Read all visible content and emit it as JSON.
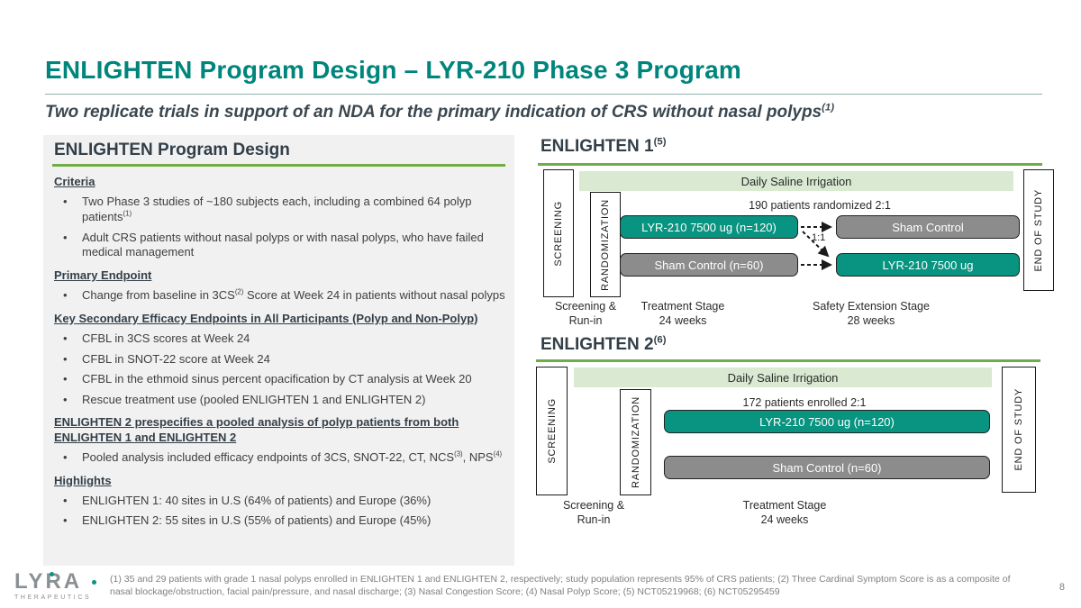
{
  "slide": {
    "title": "ENLIGHTEN Program Design – LYR-210 Phase 3 Program",
    "subtitle": "Two replicate trials in support of an NDA for the primary indication of CRS without nasal polyps^(1)"
  },
  "left_panel": {
    "title": "ENLIGHTEN Program Design",
    "sections": [
      {
        "heading": "Criteria",
        "bullets": [
          "Two Phase 3 studies of ~180 subjects each, including a combined 64 polyp patients^(1)",
          "Adult CRS patients without nasal polyps or with nasal polyps, who have failed medical management"
        ]
      },
      {
        "heading": "Primary Endpoint",
        "bullets": [
          "Change from baseline in 3CS^(2) Score at Week 24 in patients without nasal polyps"
        ]
      },
      {
        "heading": "Key Secondary Efficacy Endpoints in All Participants (Polyp and Non-Polyp)",
        "bullets": [
          "CFBL in 3CS scores at Week 24",
          "CFBL in SNOT-22 score at Week 24",
          "CFBL in the ethmoid sinus percent opacification by CT analysis at Week 20",
          "Rescue treatment use (pooled ENLIGHTEN 1 and ENLIGHTEN 2)"
        ]
      },
      {
        "heading": "ENLIGHTEN 2 prespecifies a pooled analysis of polyp patients from both ENLIGHTEN 1 and ENLIGHTEN 2",
        "bullets": [
          "Pooled analysis included efficacy endpoints of 3CS, SNOT-22, CT, NCS^(3), NPS^(4)"
        ]
      },
      {
        "heading": "Highlights",
        "bullets": [
          "ENLIGHTEN 1: 40 sites in U.S (64% of patients) and Europe (36%)",
          "ENLIGHTEN 2: 55 sites in U.S (55% of patients) and Europe (45%)"
        ]
      }
    ]
  },
  "enlighten1": {
    "title": "ENLIGHTEN 1^(5)",
    "screening": "SCREENING",
    "randomization": "RANDOMIZATION",
    "end_of_study": "END OF STUDY",
    "saline_bar": "Daily Saline Irrigation",
    "randomized": "190 patients randomized 2:1",
    "arm_treatment": "LYR-210 7500 ug (n=120)",
    "arm_sham_extension": "Sham Control",
    "arm_sham": "Sham Control (n=60)",
    "arm_treatment_extension": "LYR-210 7500 ug",
    "crossover_ratio": "1:1",
    "stage1_line1": "Screening &",
    "stage1_line2": "Run-in",
    "stage2_line1": "Treatment Stage",
    "stage2_line2": "24 weeks",
    "stage3_line1": "Safety Extension Stage",
    "stage3_line2": "28 weeks"
  },
  "enlighten2": {
    "title": "ENLIGHTEN 2^(6)",
    "screening": "SCREENING",
    "randomization": "RANDOMIZATION",
    "end_of_study": "END OF STUDY",
    "saline_bar": "Daily Saline Irrigation",
    "enrolled": "172 patients enrolled 2:1",
    "arm_treatment": "LYR-210 7500 ug (n=120)",
    "arm_sham": "Sham Control (n=60)",
    "stage1_line1": "Screening &",
    "stage1_line2": "Run-in",
    "stage2_line1": "Treatment Stage",
    "stage2_line2": "24 weeks"
  },
  "footer": {
    "logo_word": "LYRA",
    "logo_sub": "THERAPEUTICS",
    "footnote": "(1) 35 and 29 patients with grade 1 nasal polyps enrolled in ENLIGHTEN 1 and ENLIGHTEN 2, respectively; study population represents 95% of CRS patients; (2) Three Cardinal Symptom Score is as a composite of nasal blockage/obstruction, facial pain/pressure, and nasal discharge; (3) Nasal Congestion Score; (4) Nasal Polyp Score; (5) NCT05219968; (6) NCT05295459",
    "page_number": "8"
  },
  "colors": {
    "title_teal": "#00857C",
    "heading_dark": "#333F48",
    "accent_green": "#6FAD47",
    "saline_green": "#D9E9D2",
    "box_teal": "#089480",
    "box_gray": "#8C8C8C",
    "panel_bg": "#F1F1F2"
  }
}
